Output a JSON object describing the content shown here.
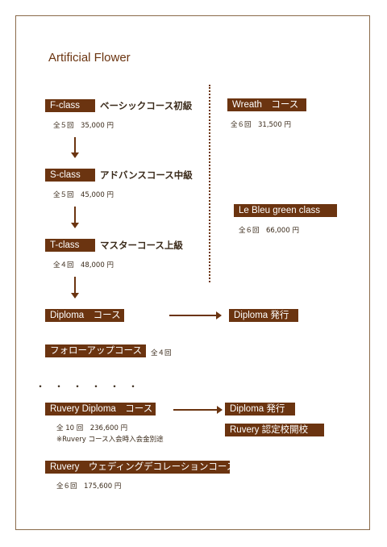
{
  "title": "Artificial Flower",
  "left": {
    "f_class": {
      "tag": "F-class",
      "label": "ベーシックコース初級",
      "price": "全５回　35,000 円"
    },
    "s_class": {
      "tag": "S-class",
      "label": "アドバンスコース中級",
      "price": "全５回　45,000 円"
    },
    "t_class": {
      "tag": "T-class",
      "label": "マスターコース上級",
      "price": "全４回　48,000 円"
    },
    "diploma": {
      "tag": "Diploma　コース"
    },
    "follow_up": {
      "tag": "フォローアップコース",
      "count": "全４回"
    }
  },
  "right": {
    "wreath": {
      "tag": "Wreath　コース",
      "price": "全６回　31,500 円"
    },
    "le_bleu": {
      "tag": "Le Bleu green class",
      "price": "全６回　66,000 円"
    },
    "diploma_issue": {
      "tag": "Diploma 発行"
    }
  },
  "separator": "・・・・・・",
  "ruvery": {
    "diploma": {
      "tag": "Ruvery Diploma　コース",
      "price": "全 10 回　236,600 円",
      "note": "※Ruvery コース入会時入会金別途"
    },
    "diploma_issue": {
      "tag": "Diploma 発行"
    },
    "certified": {
      "tag": "Ruvery 認定校開校"
    },
    "wedding": {
      "tag": "Ruvery　ウェディングデコレーションコース",
      "price": "全６回　175,600 円"
    }
  },
  "colors": {
    "accent": "#6b3410",
    "frame": "#8a6a4a",
    "text": "#3a2a1a"
  }
}
